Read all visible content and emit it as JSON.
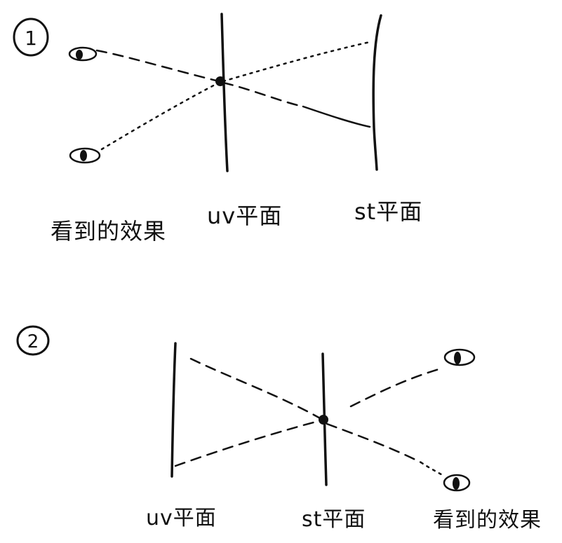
{
  "diagram_1": {
    "number_label": "1",
    "labels": {
      "viewer": "看到的效果",
      "uv_plane": "uv平面",
      "st_plane": "st平面"
    }
  },
  "diagram_2": {
    "number_label": "2",
    "labels": {
      "uv_plane": "uv平面",
      "st_plane": "st平面",
      "viewer": "看到的效果"
    }
  }
}
